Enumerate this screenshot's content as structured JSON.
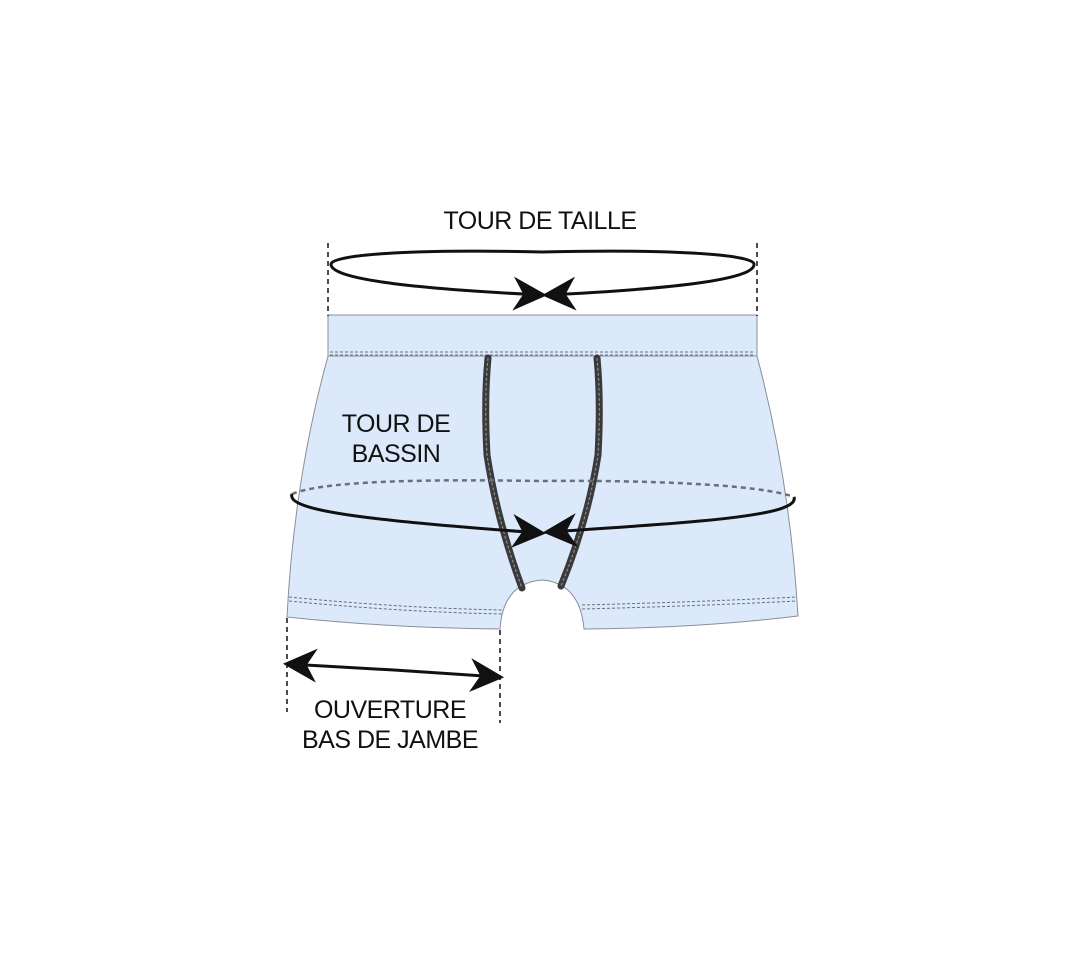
{
  "diagram": {
    "labels": {
      "waist": [
        "TOUR DE TAILLE"
      ],
      "hip": [
        "TOUR DE",
        "BASSIN"
      ],
      "leg_opening": [
        "OUVERTURE",
        "BAS DE JAMBE"
      ]
    },
    "colors": {
      "garment_fill": "#dce9fb",
      "garment_outline": "#8a8f99",
      "seam": "#3a3a3a",
      "measure_line": "#111111",
      "dashed_hip_back": "#6b6f78"
    }
  }
}
